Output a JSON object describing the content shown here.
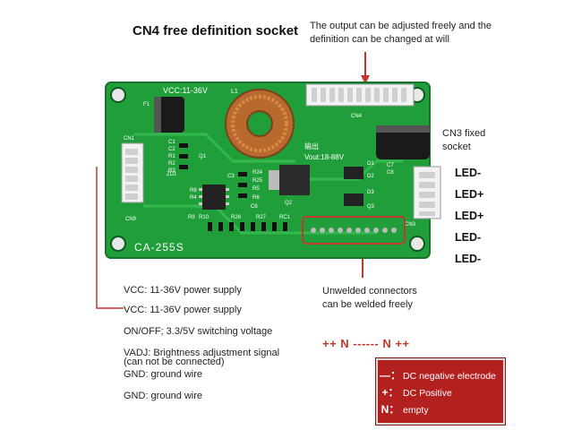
{
  "title": "CN4 free definition socket",
  "top_note": [
    "The output can be adjusted freely and the",
    "definition can be changed at will"
  ],
  "cn3_note": [
    "CN3 fixed",
    "socket"
  ],
  "right_pins": [
    "LED-",
    "LED+",
    "LED+",
    "LED-",
    "LED-"
  ],
  "left_items": [
    "VCC: 11-36V power supply",
    "VCC: 11-36V power supply",
    "ON/OFF; 3.3/5V switching voltage",
    "VADJ: Brightness adjustment signal",
    "(can not be connected)",
    "GND: ground wire",
    "GND: ground wire"
  ],
  "unwelded_note": [
    "Unwelded connectors",
    "can be welded freely"
  ],
  "n_row": "++ N ------ N ++",
  "legend": [
    {
      "sym": "—：",
      "text": "DC negative electrode"
    },
    {
      "sym": "+：",
      "text": "DC Positive"
    },
    {
      "sym": "N：",
      "text": "empty"
    }
  ],
  "board": {
    "model": "CA-255S",
    "vcc_label": "VCC:11-36V",
    "vout_label": "Vout:18-88V",
    "out_label": "输出",
    "connector_labels": [
      "CN1",
      "CN9",
      "CN4",
      "CN3",
      "L1",
      "F1",
      "ZD1",
      "Q1",
      "Q2",
      "Q3",
      "D1",
      "D2",
      "D3",
      "C1",
      "C2",
      "C3",
      "C6",
      "C7",
      "C8",
      "R1",
      "R2",
      "R3",
      "R4",
      "R5",
      "R6",
      "R8",
      "R9",
      "R10",
      "R24",
      "R25",
      "R26",
      "R27",
      "RC1"
    ]
  },
  "colors": {
    "board": "#1f9e3a",
    "arrow": "#c0392b",
    "legend_bg": "#b22020"
  }
}
